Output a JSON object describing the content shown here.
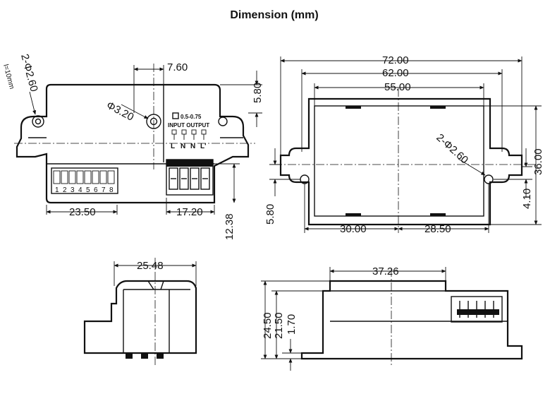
{
  "title": "Dimension (mm)",
  "top_left": {
    "hole_a": "2-Φ2.60",
    "hole_a_sub": "l=10mm",
    "hole_b": "Φ3.20",
    "offset": "7.60",
    "height": "5.80",
    "width_a": "23.50",
    "width_b": "17.20",
    "depth": "12.38",
    "wire_spec": "0.5-0.75",
    "terminal_header": "INPUT OUTPUT",
    "terminal_labels": [
      "L",
      "N",
      "N",
      "L'"
    ],
    "dip_numbers": [
      "1",
      "2",
      "3",
      "4",
      "5",
      "6",
      "7",
      "8"
    ]
  },
  "top_right": {
    "width_1": "72.00",
    "width_2": "62.00",
    "width_3": "55.00",
    "height": "36.00",
    "hole_b": "2-Φ2.60",
    "offset_l": "5.80",
    "offset_r": "4.10",
    "half_l": "30.00",
    "half_r": "28.50"
  },
  "bottom_left": {
    "width": "25.48"
  },
  "bottom_right": {
    "width": "37.26",
    "h1": "24.50",
    "h2": "21.50",
    "h3": "1.70"
  }
}
